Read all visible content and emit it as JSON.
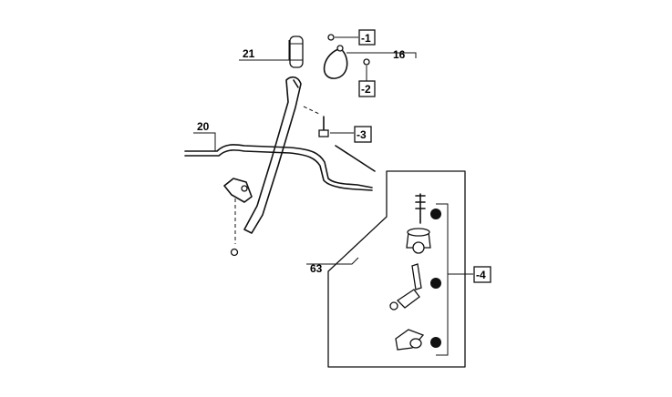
{
  "callouts": {
    "c21": "21",
    "c16": "16",
    "c20": "20",
    "c63": "63",
    "c1": "-1",
    "c2": "-2",
    "c3": "-3",
    "c4": "-4"
  }
}
